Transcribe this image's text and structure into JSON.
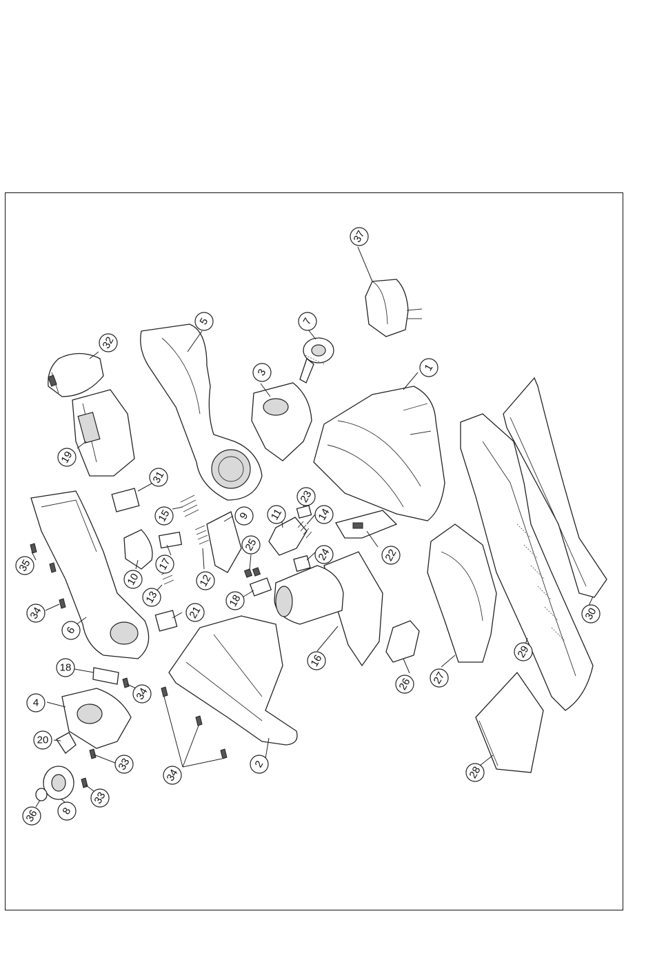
{
  "diagram": {
    "callouts": [
      {
        "id": "c1",
        "text": "1"
      },
      {
        "id": "c2",
        "text": "2"
      },
      {
        "id": "c3",
        "text": "3"
      },
      {
        "id": "c4",
        "text": "4"
      },
      {
        "id": "c5",
        "text": "5"
      },
      {
        "id": "c6",
        "text": "6"
      },
      {
        "id": "c7",
        "text": "7"
      },
      {
        "id": "c8",
        "text": "8"
      },
      {
        "id": "c9",
        "text": "9"
      },
      {
        "id": "c10",
        "text": "10"
      },
      {
        "id": "c11",
        "text": "11"
      },
      {
        "id": "c12",
        "text": "12"
      },
      {
        "id": "c13",
        "text": "13"
      },
      {
        "id": "c14",
        "text": "14"
      },
      {
        "id": "c15",
        "text": "15"
      },
      {
        "id": "c16",
        "text": "16"
      },
      {
        "id": "c17",
        "text": "17"
      },
      {
        "id": "c18a",
        "text": "18"
      },
      {
        "id": "c18b",
        "text": "18"
      },
      {
        "id": "c19",
        "text": "19"
      },
      {
        "id": "c20",
        "text": "20"
      },
      {
        "id": "c21",
        "text": "21"
      },
      {
        "id": "c22",
        "text": "22"
      },
      {
        "id": "c23",
        "text": "23"
      },
      {
        "id": "c24",
        "text": "24"
      },
      {
        "id": "c25",
        "text": "25"
      },
      {
        "id": "c26",
        "text": "26"
      },
      {
        "id": "c27",
        "text": "27"
      },
      {
        "id": "c28",
        "text": "28"
      },
      {
        "id": "c29",
        "text": "29"
      },
      {
        "id": "c30",
        "text": "30"
      },
      {
        "id": "c31",
        "text": "31"
      },
      {
        "id": "c32",
        "text": "32"
      },
      {
        "id": "c33a",
        "text": "33"
      },
      {
        "id": "c33b",
        "text": "33"
      },
      {
        "id": "c34a",
        "text": "34"
      },
      {
        "id": "c34b",
        "text": "34"
      },
      {
        "id": "c34c",
        "text": "34"
      },
      {
        "id": "c35",
        "text": "35"
      },
      {
        "id": "c36",
        "text": "36"
      },
      {
        "id": "c37",
        "text": "37"
      }
    ]
  }
}
